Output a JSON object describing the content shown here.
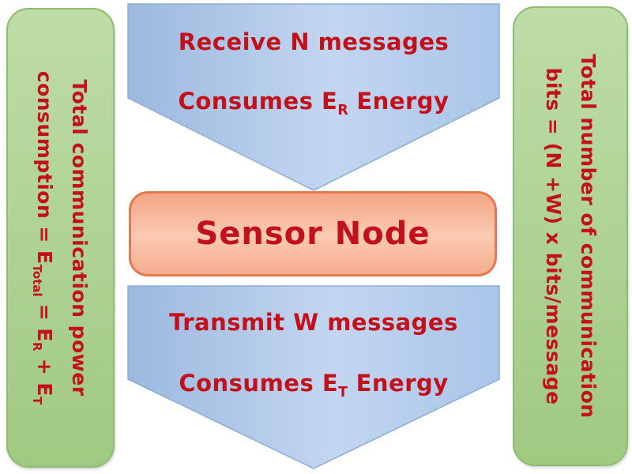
{
  "colors": {
    "text_red": "#c3111c",
    "panel_green_top": "#bedca7",
    "panel_green_bottom": "#a0c982",
    "panel_green_border": "#8fbc72",
    "arrow_blue_left": "#9bb9de",
    "arrow_blue_mid": "#c3d6f0",
    "arrow_blue_right": "#a9c5e8",
    "arrow_blue_border": "#8cadd6",
    "node_orange_top": "#f3a585",
    "node_orange_mid": "#fbcab2",
    "node_orange_bottom": "#f5ad8e",
    "node_orange_border": "#e4784e"
  },
  "left_panel": {
    "line1": [
      {
        "t": "Total communication power"
      }
    ],
    "line2": [
      {
        "t": "consumption = E"
      },
      {
        "sub": "Total"
      },
      {
        "t": " = E"
      },
      {
        "sub": "R"
      },
      {
        "t": " + E"
      },
      {
        "sub": "T"
      }
    ]
  },
  "top_arrow": {
    "line1": [
      {
        "t": "Receive N messages"
      }
    ],
    "line2": [
      {
        "t": "Consumes E"
      },
      {
        "sub": "R"
      },
      {
        "t": " Energy"
      }
    ]
  },
  "sensor_node": {
    "label": "Sensor Node"
  },
  "bottom_arrow": {
    "line1": [
      {
        "t": "Transmit W messages"
      }
    ],
    "line2": [
      {
        "t": "Consumes E"
      },
      {
        "sub": "T"
      },
      {
        "t": " Energy"
      }
    ]
  },
  "right_panel": {
    "line1": [
      {
        "t": "Total number of communication"
      }
    ],
    "line2": [
      {
        "t": "bits = (N +W) x bits/message"
      }
    ]
  }
}
